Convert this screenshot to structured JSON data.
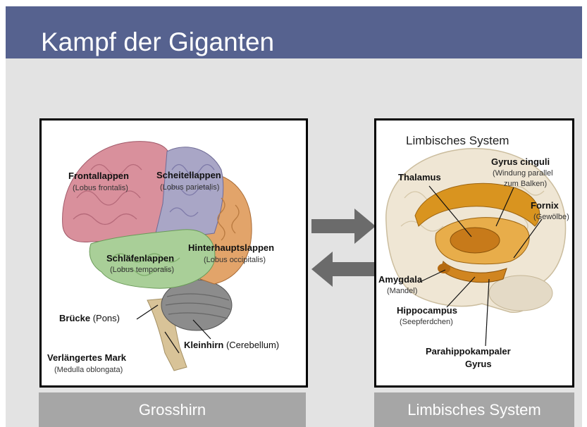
{
  "slide": {
    "title": "Kampf der Giganten",
    "left_caption": "Grosshirn",
    "right_caption": "Limbisches System"
  },
  "left_diagram": {
    "labels": {
      "frontal": "Frontallappen",
      "frontal_sub": "(Lobus frontalis)",
      "parietal": "Scheitellappen",
      "parietal_sub": "(Lobus parietalis)",
      "temporal": "Schläfenlappen",
      "temporal_sub": "(Lobus temporalis)",
      "occipital": "Hinterhauptslappen",
      "occipital_sub": "(Lobus occipitalis)",
      "pons_bold": "Brücke",
      "pons_rest": "(Pons)",
      "medulla": "Verlängertes Mark",
      "medulla_sub": "(Medulla oblongata)",
      "cerebellum_bold": "Kleinhirn",
      "cerebellum_rest": "(Cerebellum)"
    }
  },
  "right_diagram": {
    "heading": "Limbisches System",
    "labels": {
      "thalamus": "Thalamus",
      "cingulate": "Gyrus cinguli",
      "cingulate_sub1": "(Windung parallel",
      "cingulate_sub2": "zum Balken)",
      "fornix": "Fornix",
      "fornix_sub": "(Gewölbe)",
      "amygdala": "Amygdala",
      "amygdala_sub": "(Mandel)",
      "hippocampus": "Hippocampus",
      "hippocampus_sub": "(Seepferdchen)",
      "parahippo1": "Parahippokampaler",
      "parahippo2": "Gyrus"
    }
  },
  "colors": {
    "header": "#56628f",
    "background": "#e3e3e3",
    "caption": "#a6a6a6",
    "arrow": "#6b6b6b",
    "frontal": "#d9909c",
    "parietal": "#a9a6c6",
    "temporal": "#a9cf98",
    "occipital": "#e2a46a",
    "limbic": "#d9941f"
  }
}
